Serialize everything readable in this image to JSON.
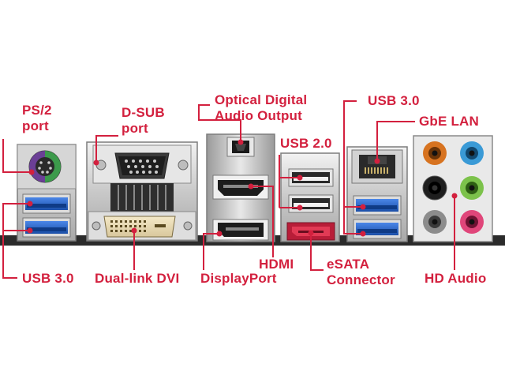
{
  "labels": {
    "ps2": [
      "PS/2",
      "port"
    ],
    "dsub": [
      "D-SUB",
      "port"
    ],
    "optical": [
      "Optical Digital",
      "Audio Output"
    ],
    "usb20": "USB 2.0",
    "usb30_right": "USB 3.0",
    "gbe": "GbE LAN",
    "usb30_left": "USB 3.0",
    "dvi": "Dual-link DVI",
    "displayport": "DisplayPort",
    "hdmi": "HDMI",
    "esata": [
      "eSATA",
      "Connector"
    ],
    "hdaudio": "HD Audio"
  },
  "colors": {
    "label": "#d3203e",
    "leader": "#d3203e",
    "usb3_blue": "#2a63c8",
    "esata_red": "#c8203c",
    "ps2_purple": "#7a4fa0",
    "ps2_green": "#3b9a4a",
    "audio_orange": "#e07a22",
    "audio_blue": "#3aa0d8",
    "audio_black": "#1a1a1a",
    "audio_green": "#7ac04a",
    "audio_grey": "#8a8a8a",
    "audio_pink": "#e04a7a"
  }
}
